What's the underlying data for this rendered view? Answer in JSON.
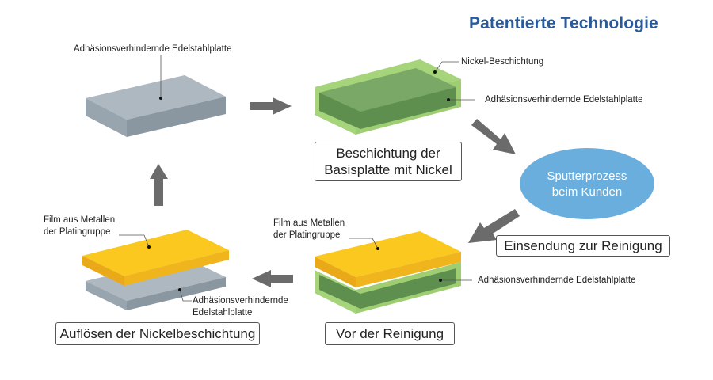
{
  "title": "Patentierte Technologie",
  "colors": {
    "title": "#2a5a9a",
    "steel_top": "#aeb8c1",
    "steel_front": "#98a4ae",
    "steel_side": "#8a96a0",
    "nickel_light": "#a6d47a",
    "nickel_dark": "#5e8f4e",
    "gold_top": "#fac81e",
    "gold_side": "#eaa918",
    "ellipse": "#6aaede",
    "arrow": "#6b6b6b"
  },
  "steps": {
    "base_plate": {
      "label": "Adhäsionsverhindernde Edelstahlplatte"
    },
    "nickel_coating": {
      "caption_line1": "Beschichtung der",
      "caption_line2": "Basisplatte mit Nickel",
      "label_coating": "Nickel-Beschichtung",
      "label_plate": "Adhäsionsverhindernde Edelstahlplatte"
    },
    "sputtering": {
      "line1": "Sputterprozess",
      "line2": "beim Kunden"
    },
    "shipment": {
      "caption": "Einsendung zur Reinigung"
    },
    "before_cleaning": {
      "caption": "Vor der Reinigung",
      "label_film_line1": "Film aus Metallen",
      "label_film_line2": "der Platingruppe",
      "label_plate": "Adhäsionsverhindernde Edelstahlplatte"
    },
    "dissolve": {
      "caption": "Auflösen der Nickelbeschichtung",
      "label_film_line1": "Film aus Metallen",
      "label_film_line2": "der Platingruppe",
      "label_plate_line1": "Adhäsionsverhindernde",
      "label_plate_line2": "Edelstahlplatte"
    }
  }
}
